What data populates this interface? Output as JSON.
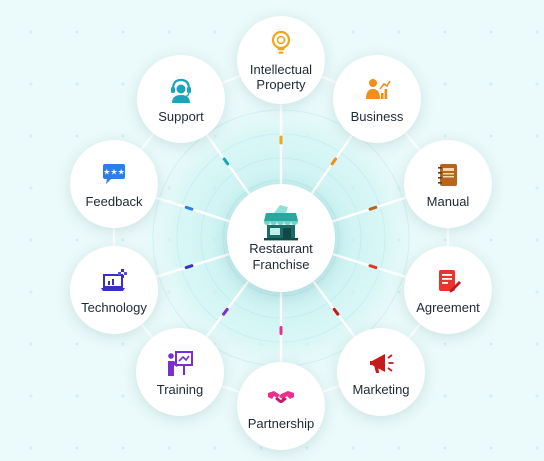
{
  "center": {
    "line1": "Restaurant",
    "line2": "Franchise",
    "icon": "storefront-icon"
  },
  "nodes": [
    {
      "id": "intellectual-property",
      "line1": "Intellectual",
      "line2": "Property",
      "icon": "lightbulb-icon",
      "color": "#f2a51a"
    },
    {
      "id": "business",
      "line1": "Business",
      "line2": "",
      "icon": "businessman-chart-icon",
      "color": "#f28c1a"
    },
    {
      "id": "manual",
      "line1": "Manual",
      "line2": "",
      "icon": "notebook-icon",
      "color": "#b5651d"
    },
    {
      "id": "agreement",
      "line1": "Agreement",
      "line2": "",
      "icon": "document-pen-icon",
      "color": "#e8342c"
    },
    {
      "id": "marketing",
      "line1": "Marketing",
      "line2": "",
      "icon": "megaphone-icon",
      "color": "#c41a1a"
    },
    {
      "id": "partnership",
      "line1": "Partnership",
      "line2": "",
      "icon": "handshake-icon",
      "color": "#ea2f8f"
    },
    {
      "id": "training",
      "line1": "Training",
      "line2": "",
      "icon": "presentation-board-icon",
      "color": "#7a2fd0"
    },
    {
      "id": "technology",
      "line1": "Technology",
      "line2": "",
      "icon": "laptop-icon",
      "color": "#3b2ec4"
    },
    {
      "id": "feedback",
      "line1": "Feedback",
      "line2": "",
      "icon": "chat-bubble-icon",
      "color": "#2e7de8"
    },
    {
      "id": "support",
      "line1": "Support",
      "line2": "",
      "icon": "headset-agent-icon",
      "color": "#1aa6b8"
    }
  ],
  "colors": {
    "background": "#ebfafa",
    "rings": "#c6eff0",
    "spokes": "#ffffff",
    "accent_teal": "#2ba6a0"
  }
}
